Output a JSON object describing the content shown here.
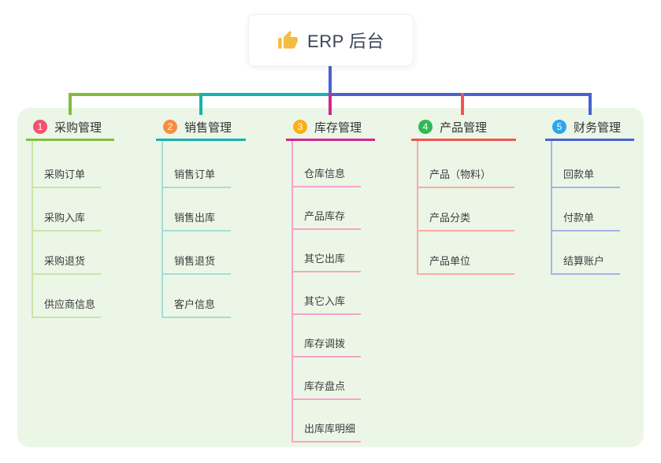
{
  "root": {
    "label": "ERP 后台",
    "icon": "thumbs-up-icon",
    "icon_color": "#f2bd42",
    "trunk_color": "#4b61d1"
  },
  "panel": {
    "background": "#ebf6e7"
  },
  "branches": [
    {
      "slug": "purchase",
      "badge": "1",
      "label": "采购管理",
      "badge_color": "#f4516c",
      "line_color": "#84bb41",
      "child_line_color": "#c9e5a5",
      "children": [
        "采购订单",
        "采购入库",
        "采购退货",
        "供应商信息"
      ]
    },
    {
      "slug": "sales",
      "badge": "2",
      "label": "销售管理",
      "badge_color": "#fb8b3d",
      "line_color": "#16b3ae",
      "child_line_color": "#a4ded9",
      "children": [
        "销售订单",
        "销售出库",
        "销售退货",
        "客户信息"
      ]
    },
    {
      "slug": "inventory",
      "badge": "3",
      "label": "库存管理",
      "badge_color": "#fdaf17",
      "line_color": "#d3278f",
      "child_line_color": "#f6a3cb",
      "children": [
        "仓库信息",
        "产品库存",
        "其它出库",
        "其它入库",
        "库存调拨",
        "库存盘点",
        "出库库明细"
      ]
    },
    {
      "slug": "product",
      "badge": "4",
      "label": "产品管理",
      "badge_color": "#2fb954",
      "line_color": "#f4544d",
      "child_line_color": "#fbaba5",
      "children": [
        "产品（物料）",
        "产品分类",
        "产品单位"
      ]
    },
    {
      "slug": "finance",
      "badge": "5",
      "label": "财务管理",
      "badge_color": "#2ba5ea",
      "line_color": "#4b61d1",
      "child_line_color": "#a7b3e6",
      "children": [
        "回款单",
        "付款单",
        "结算账户"
      ]
    }
  ]
}
